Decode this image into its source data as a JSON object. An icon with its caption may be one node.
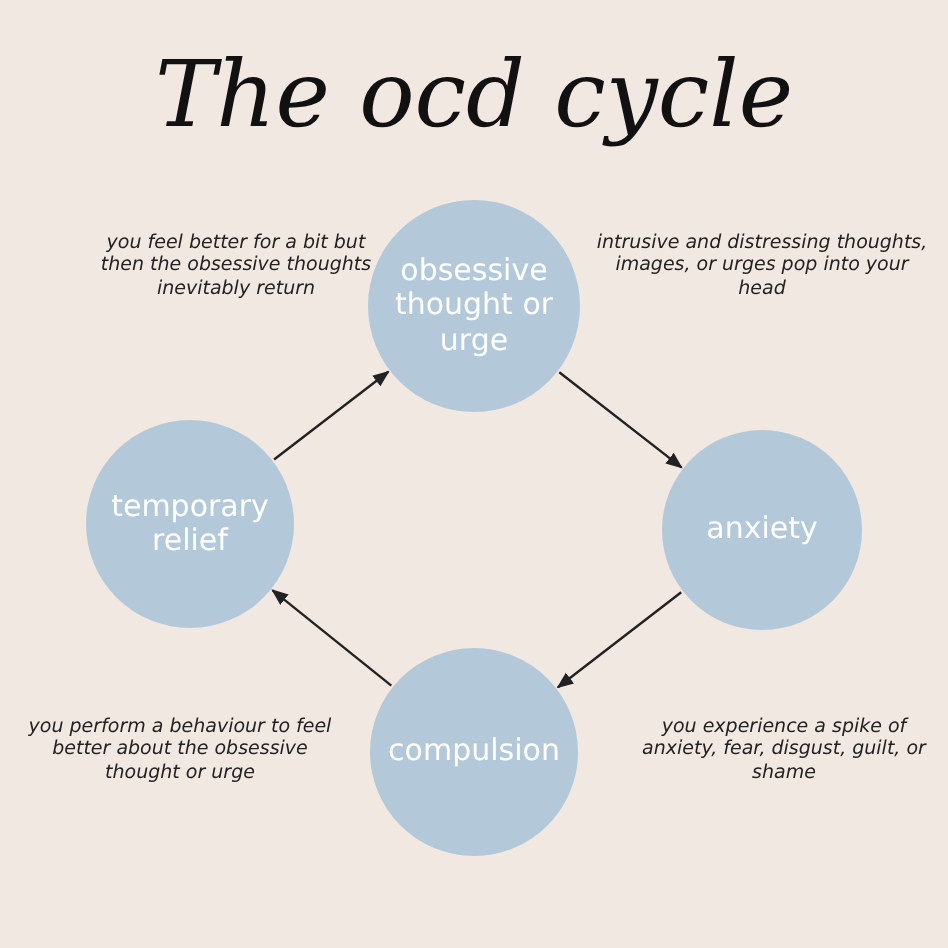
{
  "diagram": {
    "title": "The ocd cycle",
    "nodes": [
      {
        "text": [
          "obsessive thought or urge"
        ]
      },
      {
        "text": [
          "anxiety"
        ]
      },
      {
        "text": [
          "compulsion"
        ]
      },
      {
        "text": [
          "temporary relief"
        ]
      }
    ],
    "edges": [
      {
        "from": 0,
        "to": 1,
        "arrow": "to"
      },
      {
        "from": 1,
        "to": 2,
        "arrow": "to"
      },
      {
        "from": 2,
        "to": 3,
        "arrow": "to"
      },
      {
        "from": 3,
        "to": 0,
        "arrow": "to"
      }
    ],
    "labels": [
      "you feel better for a bit but then the obsessive thoughts inevitably return",
      "intrusive and distressing thoughts, images, or urges pop into your head",
      "you perform a behaviour to feel better about the obsessive thought or urge",
      "you experience a spike of anxiety, fear, disgust, guilt, or shame"
    ]
  }
}
